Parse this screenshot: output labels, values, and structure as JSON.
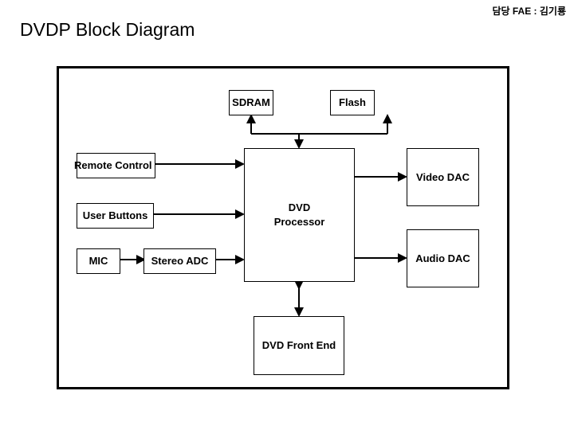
{
  "header": {
    "fae_label": "담당 FAE : 김기룡",
    "title": "DVDP Block Diagram"
  },
  "blocks": {
    "sdram": "SDRAM",
    "flash": "Flash",
    "remote_control": "Remote Control",
    "user_buttons": "User Buttons",
    "mic": "MIC",
    "stereo_adc": "Stereo ADC",
    "dvd_processor_line1": "DVD",
    "dvd_processor_line2": "Processor",
    "video_dac": "Video DAC",
    "audio_dac": "Audio DAC",
    "dvd_front_end": "DVD Front End"
  },
  "colors": {
    "line": "#000000",
    "background": "#ffffff"
  }
}
